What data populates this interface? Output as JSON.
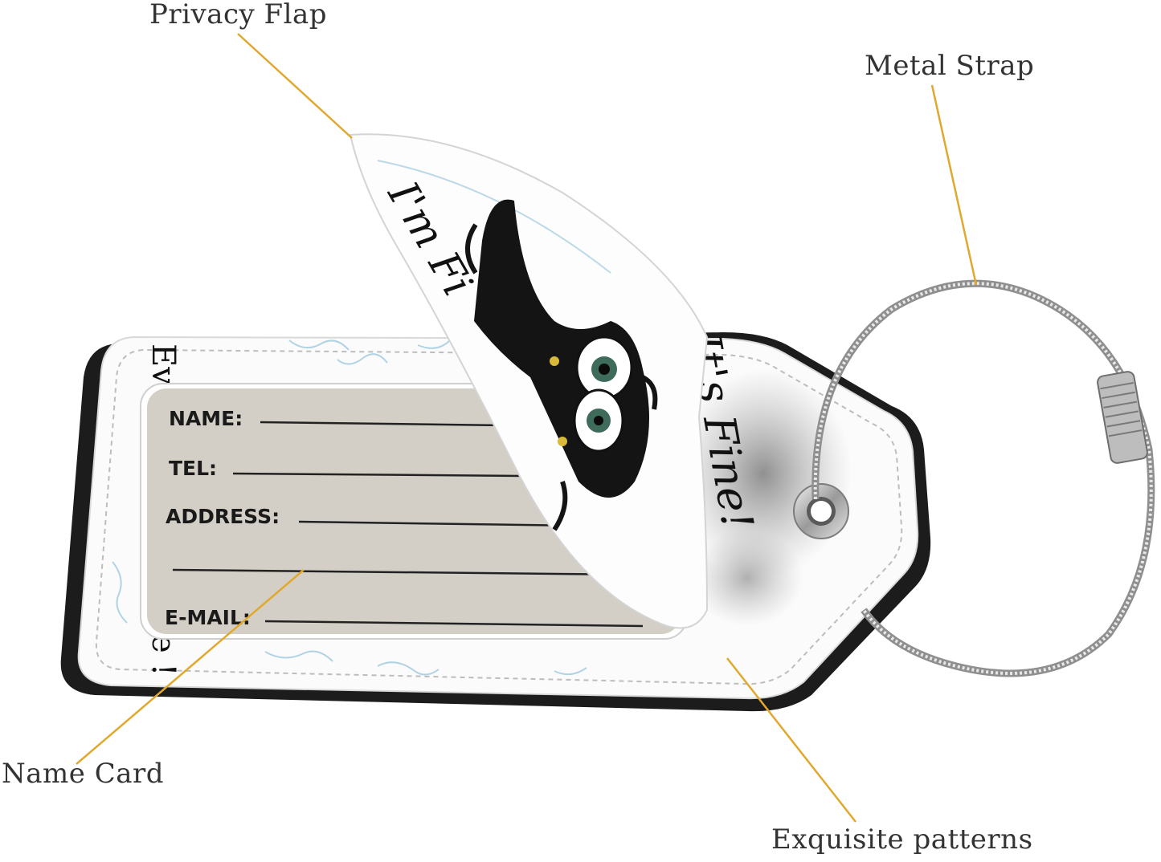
{
  "callouts": {
    "privacy_flap": "Privacy Flap",
    "metal_strap": "Metal Strap",
    "name_card": "Name Card",
    "exquisite_patterns": "Exquisite patterns"
  },
  "name_card": {
    "fields": [
      "NAME:",
      "TEL:",
      "ADDRESS:",
      "E-MAIL:"
    ]
  },
  "tag_print": {
    "flap_text": "I'm Fi",
    "right_text": "It's Fine!",
    "left_text": "Everything",
    "left_tail": "e !"
  },
  "colors": {
    "callout_line": "#e0a92e",
    "tag_edge": "#1c1c1c",
    "card": "#d3cec6",
    "pattern": "#9fc9de"
  }
}
